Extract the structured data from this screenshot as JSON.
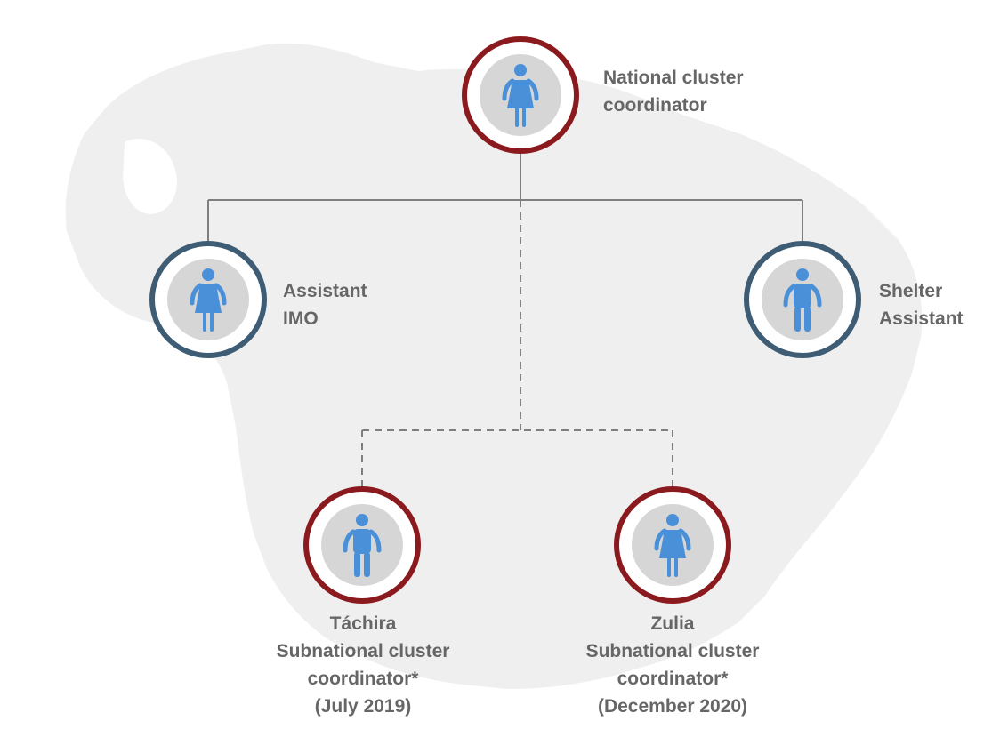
{
  "colors": {
    "map_fill": "#efefef",
    "connector": "#7f7f7f",
    "person_icon": "#4a90d9",
    "icon_background": "#d6d6d6",
    "coordinator_ring": "#8b1a1f",
    "assistant_ring": "#3e5c73",
    "label_text": "#666666"
  },
  "nodes": {
    "national": {
      "role": "coordinator",
      "icon": "female-person-icon",
      "lines": [
        "National cluster",
        "coordinator"
      ]
    },
    "assistant_imo": {
      "role": "assistant",
      "icon": "female-person-icon",
      "lines": [
        "Assistant",
        "IMO"
      ]
    },
    "shelter_assistant": {
      "role": "assistant",
      "icon": "male-person-icon",
      "lines": [
        "Shelter",
        "Assistant"
      ]
    },
    "tachira": {
      "role": "coordinator",
      "icon": "male-person-icon",
      "lines": [
        "Táchira",
        "Subnational cluster",
        "coordinator*",
        "(July 2019)"
      ]
    },
    "zulia": {
      "role": "coordinator",
      "icon": "female-person-icon",
      "lines": [
        "Zulia",
        "Subnational cluster",
        "coordinator*",
        "(December 2020)"
      ]
    }
  }
}
